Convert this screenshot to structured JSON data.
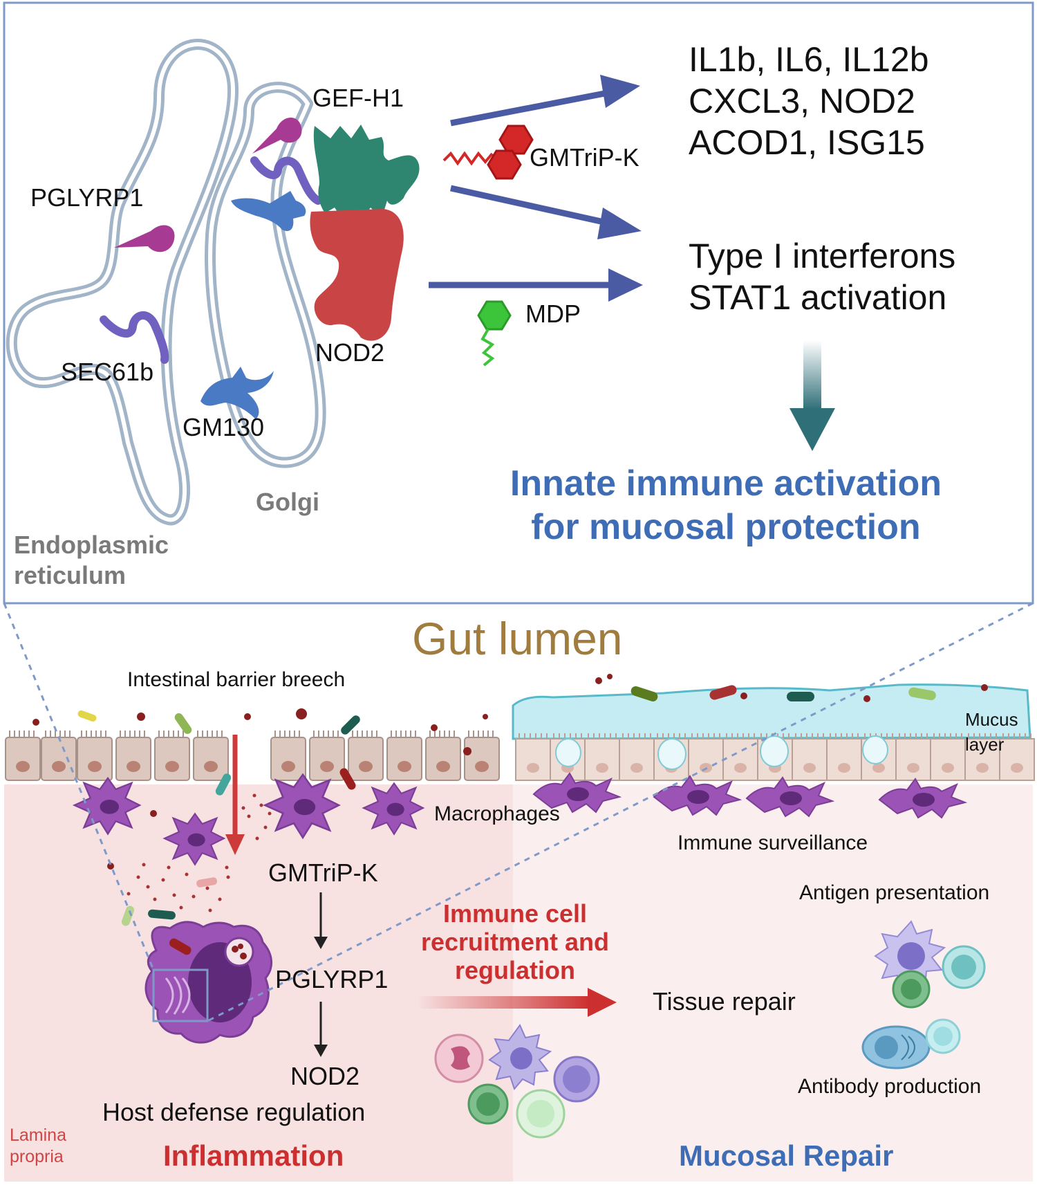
{
  "top_panel": {
    "proteins": {
      "gef_h1": "GEF-H1",
      "pglyrp1": "PGLYRP1",
      "sec61b": "SEC61b",
      "gm130": "GM130",
      "nod2": "NOD2"
    },
    "organelles": {
      "golgi": "Golgi",
      "er": "Endoplasmic\nreticulum"
    },
    "ligands": {
      "gmtrip_k": "GMTriP-K",
      "mdp": "MDP"
    },
    "gene_list": "IL1b, IL6, IL12b\nCXCL3, NOD2\nACOD1, ISG15",
    "pathway_text": "Type I interferons\nSTAT1 activation",
    "outcome": "Innate immune activation\nfor mucosal protection"
  },
  "bottom_panel": {
    "lumen_title": "Gut lumen",
    "barrier_breech": "Intestinal barrier breech",
    "mucus_label": "Mucus\nlayer",
    "macrophages": "Macrophages",
    "immune_surveillance": "Immune surveillance",
    "cascade": {
      "step1": "GMTriP-K",
      "step2": "PGLYRP1",
      "step3": "NOD2",
      "step4": "Host defense regulation"
    },
    "recruitment": "Immune cell\nrecruitment and\nregulation",
    "tissue_repair": "Tissue repair",
    "antigen_presentation": "Antigen presentation",
    "antibody_production": "Antibody production",
    "lamina_propria": "Lamina\npropria",
    "inflammation": "Inflammation",
    "mucosal_repair": "Mucosal Repair"
  },
  "colors": {
    "frame_blue": "#7f9ac9",
    "arrow_blue": "#4a5aa3",
    "outcome_blue": "#3f6db5",
    "gef_h1_green": "#2f8670",
    "nod2_red": "#c94545",
    "pglyrp1_magenta": "#a73a93",
    "sec61b_purple": "#7060c0",
    "gm130_blue": "#4a7ac4",
    "gmtrip_red": "#d42727",
    "mdp_green": "#3cc43a",
    "lumen_gold": "#a07c3f",
    "inflammation_red": "#cc2f2f",
    "macrophage_purple": "#9c53b6",
    "lamina_pink": "#f7e1e1",
    "mucus_cyan": "#c4ecf2",
    "epithelium_tan": "#dcc8be"
  },
  "icons": [
    "er-membrane-icon",
    "golgi-membrane-icon",
    "gef-h1-icon",
    "nod2-icon",
    "pglyrp1-icon",
    "sec61b-icon",
    "gm130-icon",
    "gmtrip-k-molecule-icon",
    "mdp-molecule-icon",
    "macrophage-icon",
    "bacteria-icon",
    "epithelial-cell-icon",
    "dendritic-cell-icon",
    "lymphocyte-icon",
    "plasma-cell-icon"
  ]
}
